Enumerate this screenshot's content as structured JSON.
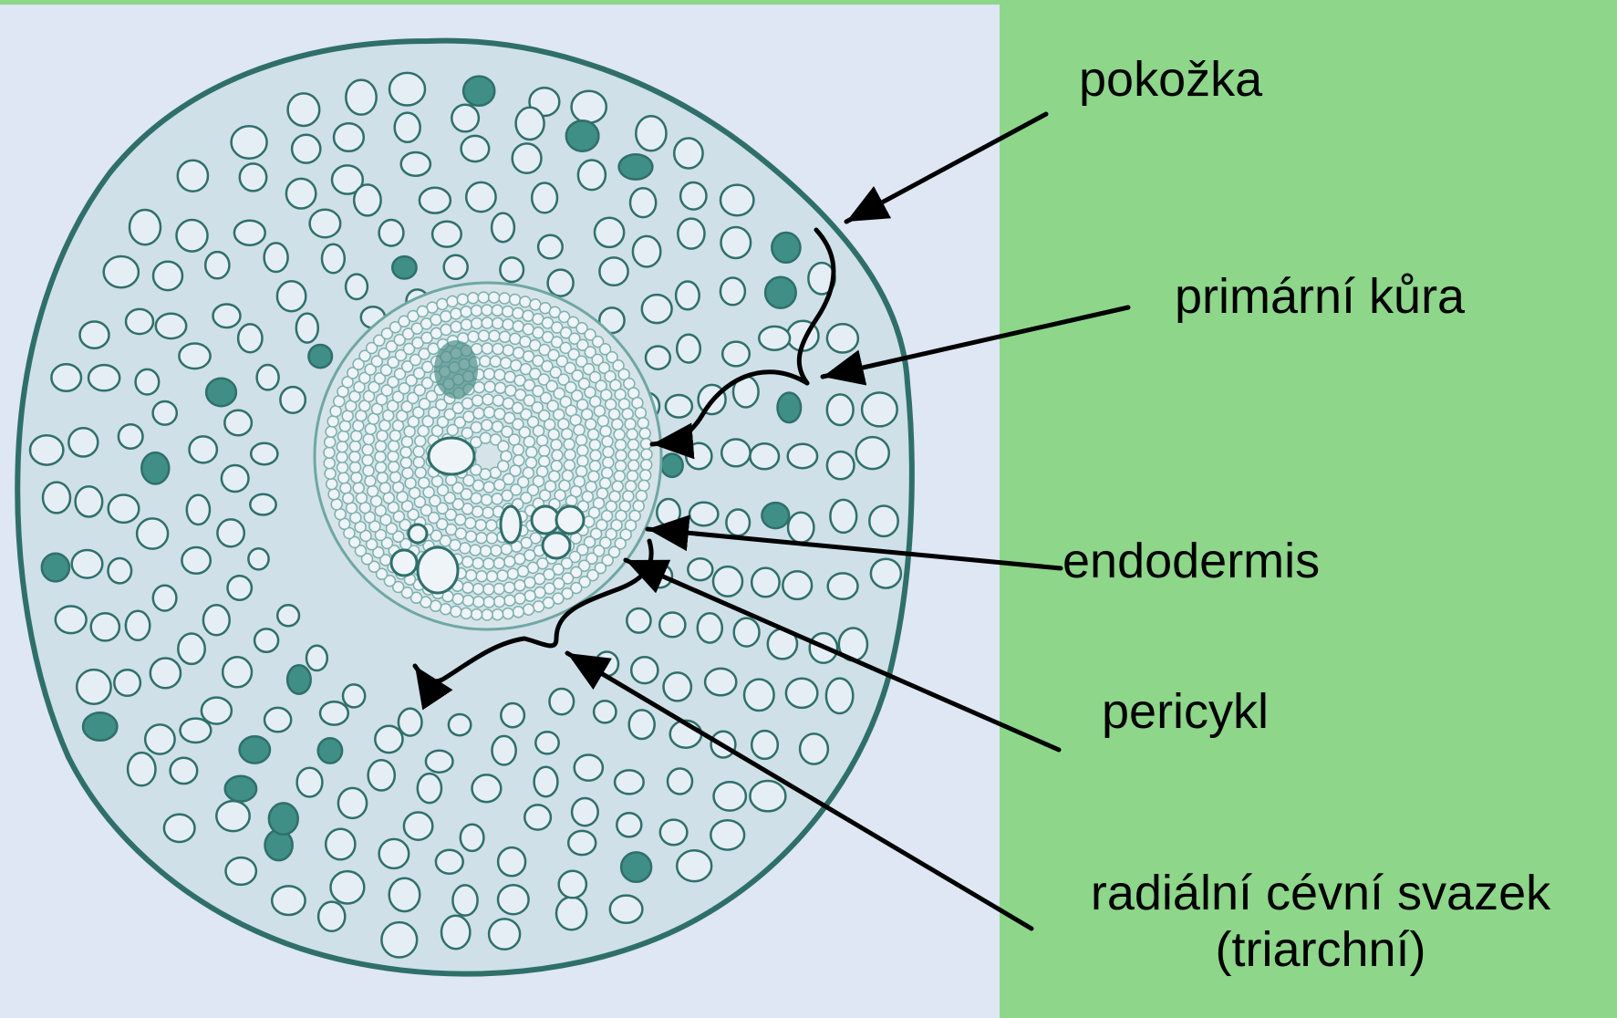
{
  "colors": {
    "background_green": "#8dd68a",
    "photo_background": "#dfe6f4",
    "cell_wall": "#2f6f6a",
    "cell_fill": "#e6eef5",
    "stained_cell": "#3f8f86",
    "line": "#000000"
  },
  "labels": {
    "epidermis": "pokožka",
    "cortex": "primární kůra",
    "endodermis": "endodermis",
    "pericycle": "pericykl",
    "vascular_bundle_line1": "radiální cévní svazek",
    "vascular_bundle_line2": "(triarchní)"
  }
}
